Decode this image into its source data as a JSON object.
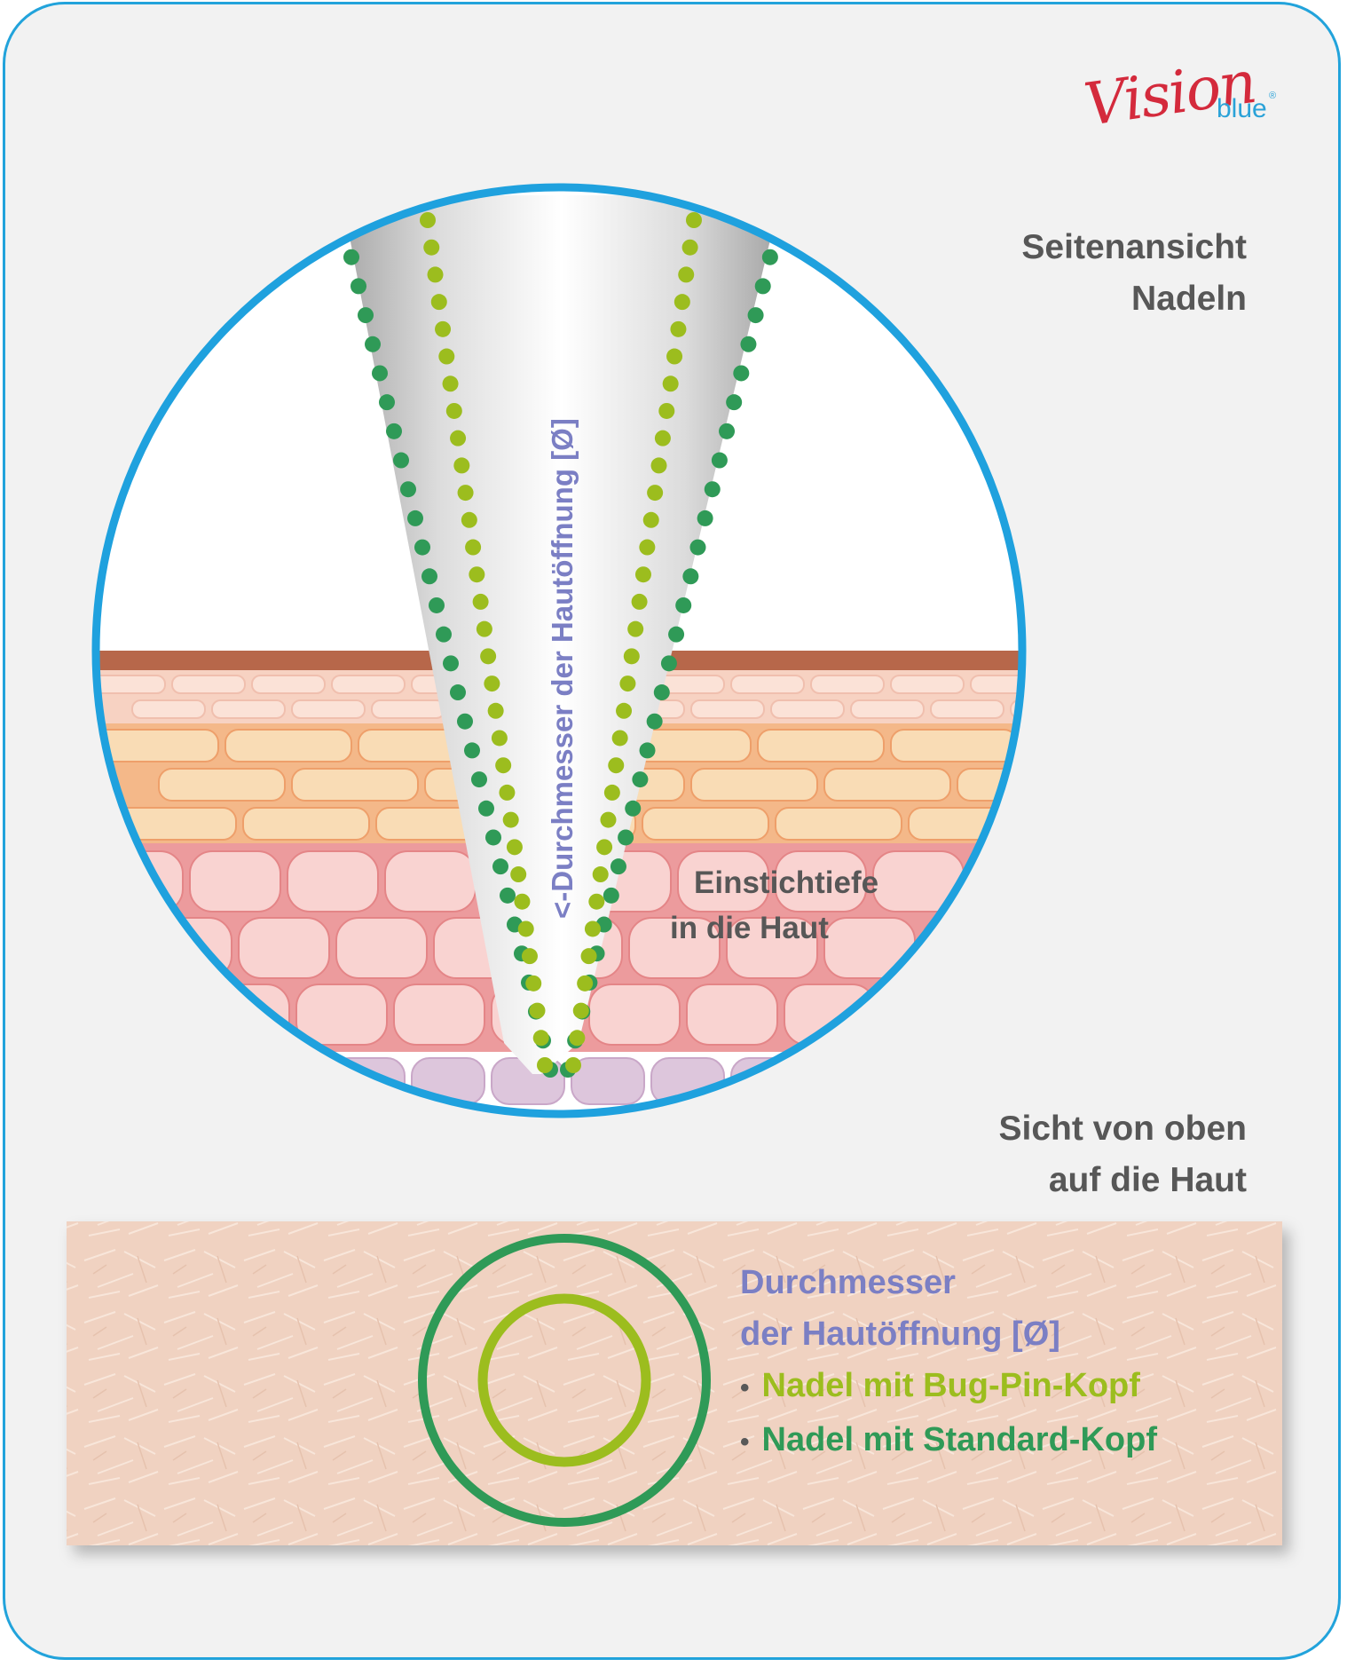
{
  "logo": {
    "script": "Vision",
    "sub": "blue",
    "mark": "®",
    "colors": {
      "script": "#d42a3c",
      "sub": "#2aa2d8"
    }
  },
  "side_view": {
    "title_line1": "Seitenansicht",
    "title_line2": "Nadeln"
  },
  "needle_label": "<-Durchmesser der Hautöffnung [Ø]",
  "depth_label": {
    "line1": "Einstichtiefe",
    "line2": "in die Haut"
  },
  "top_view": {
    "title_line1": "Sicht von oben",
    "title_line2": "auf die Haut"
  },
  "legend": {
    "title_line1": "Durchmesser",
    "title_line2": "der Hautöffnung [Ø]",
    "items": [
      {
        "bullet": "•",
        "label": "Nadel mit Bug-Pin-Kopf",
        "color": "#9cbd1e"
      },
      {
        "bullet": "•",
        "label": "Nadel mit Standard-Kopf",
        "color": "#2f9a57"
      }
    ]
  },
  "colors": {
    "frame": "#22a3db",
    "circle_border": "#1fa1de",
    "bug_pin": "#9cbd1e",
    "standard": "#2f9a57",
    "label_blue": "#7b7fc4",
    "text_gray": "#575757"
  }
}
